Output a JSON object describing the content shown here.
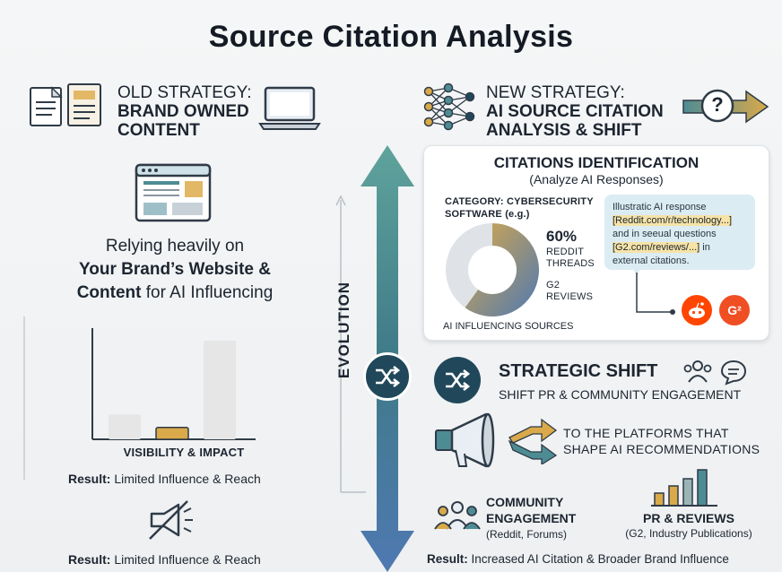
{
  "title": "Source Citation Analysis",
  "old_strategy": {
    "line1": "OLD STRATEGY:",
    "line2": "BRAND OWNED",
    "line3": "CONTENT",
    "relying_1": "Relying heavily on",
    "relying_2": "Your Brand’s Website &",
    "relying_3_bold": "Content",
    "relying_3_rest": " for AI Influencing",
    "chart_label": "VISIBILITY & IMPACT",
    "result_label": "Result:",
    "result_text": " Limited Influence & Reach",
    "result2_label": "Result:",
    "result2_text": " Limited Influence & Reach"
  },
  "evolution": {
    "label": "EVOLUTION"
  },
  "new_strategy": {
    "line1": "NEW STRATEGY:",
    "line2": "AI SOURCE CITATION",
    "line3": "ANALYSIS & SHIFT",
    "question_mark": "?"
  },
  "citations": {
    "title": "CITATIONS IDENTIFICATION",
    "subtitle": "(Analyze AI Responses)",
    "category_1": "CATEGORY: CYBERSECURITY",
    "category_2": "SOFTWARE (e.g.)",
    "pct": "60%",
    "reddit_1": "REDDIT",
    "reddit_2": "THREADS",
    "g2_1": "G2",
    "g2_2": "REVIEWS",
    "sources_label": "AI INFLUENCING SOURCES",
    "bubble_1": "Illustratic AI response",
    "bubble_2": "[Reddit.com/r/technology...]",
    "bubble_3": "and in seeual questions",
    "bubble_4": "[G2.com/reviews/...]",
    "bubble_5": " in",
    "bubble_6": "external citations.",
    "g2_badge": "G²"
  },
  "shift": {
    "title": "STRATEGIC SHIFT",
    "subtitle": "SHIFT PR & COMMUNITY ENGAGEMENT",
    "platforms_1": "TO THE PLATFORMS THAT",
    "platforms_2": "SHAPE AI RECOMMENDATIONS",
    "community_1": "COMMUNITY",
    "community_2": "ENGAGEMENT",
    "community_3": "(Reddit, Forums)",
    "pr_1": "PR & REVIEWS",
    "pr_2": "(G2, Industry Publications)",
    "result_label": "Result:",
    "result_text": " Increased AI Citation & Broader Brand Influence"
  },
  "chart_data": {
    "type": "bar",
    "categories": [
      "",
      "",
      ""
    ],
    "values": [
      25,
      12,
      100
    ],
    "xlabel": "VISIBILITY & IMPACT",
    "ylabel": "",
    "ylim": [
      0,
      100
    ],
    "colors": [
      "#e6e6e6",
      "#d9a94a",
      "#e6e6e6"
    ]
  },
  "donut_data": {
    "type": "pie",
    "series": [
      {
        "name": "REDDIT THREADS",
        "value": 60
      },
      {
        "name": "G2 REVIEWS",
        "value": 40
      }
    ]
  },
  "colors": {
    "teal": "#4e8c94",
    "navy": "#20485a",
    "gold": "#d9a94a",
    "reddit": "#ff4500",
    "g2": "#f04e23"
  }
}
